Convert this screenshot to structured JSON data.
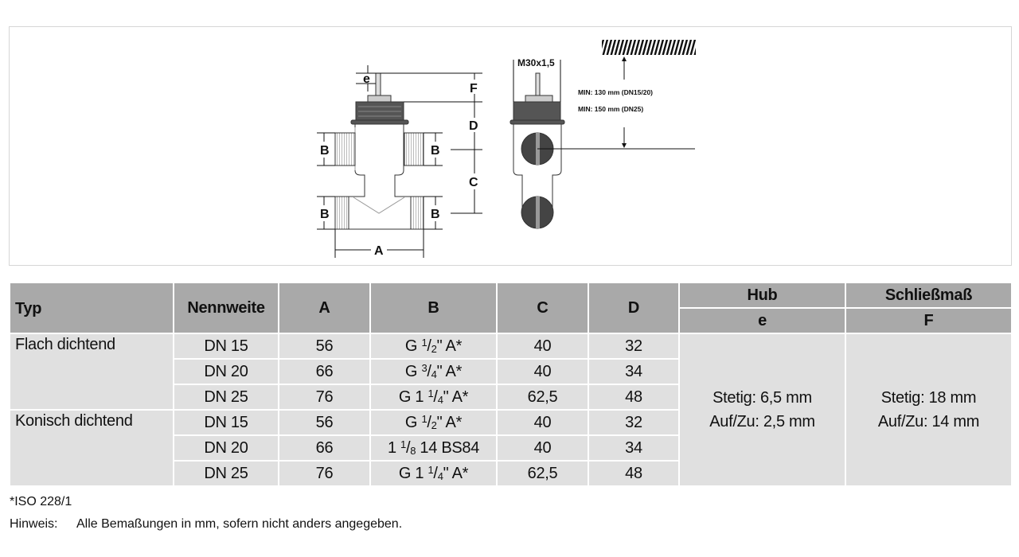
{
  "drawing": {
    "dimension_labels": {
      "e": "e",
      "F": "F",
      "D": "D",
      "C": "C",
      "B": "B",
      "A": "A"
    },
    "thread_label": "M30x1,5",
    "min_notes": [
      "MIN: 130 mm (DN15/20)",
      "MIN: 150 mm (DN25)"
    ]
  },
  "table": {
    "headers": {
      "typ": "Typ",
      "nennweite": "Nennweite",
      "a": "A",
      "b": "B",
      "c": "C",
      "d": "D",
      "hub": "Hub",
      "hub_sub": "e",
      "schliess": "Schließmaß",
      "schliess_sub": "F"
    },
    "groups": [
      "Flach dichtend",
      "Konisch dichtend"
    ],
    "rows": [
      {
        "dn": "DN 15",
        "a": "56",
        "b": {
          "pre": "G ",
          "num": "1",
          "den": "2",
          "post": "\" A*"
        },
        "c": "40",
        "d": "32"
      },
      {
        "dn": "DN 20",
        "a": "66",
        "b": {
          "pre": "G ",
          "num": "3",
          "den": "4",
          "post": "\" A*"
        },
        "c": "40",
        "d": "34"
      },
      {
        "dn": "DN 25",
        "a": "76",
        "b": {
          "pre": "G 1 ",
          "num": "1",
          "den": "4",
          "post": "\" A*"
        },
        "c": "62,5",
        "d": "48"
      },
      {
        "dn": "DN 15",
        "a": "56",
        "b": {
          "pre": "G ",
          "num": "1",
          "den": "2",
          "post": "\" A*"
        },
        "c": "40",
        "d": "32"
      },
      {
        "dn": "DN 20",
        "a": "66",
        "b": {
          "pre": "1 ",
          "num": "1",
          "den": "8",
          "post": " 14 BS84"
        },
        "c": "40",
        "d": "34"
      },
      {
        "dn": "DN 25",
        "a": "76",
        "b": {
          "pre": "G 1 ",
          "num": "1",
          "den": "4",
          "post": "\" A*"
        },
        "c": "62,5",
        "d": "48"
      }
    ],
    "hub_values": [
      "Stetig: 6,5 mm",
      "Auf/Zu: 2,5 mm"
    ],
    "schliess_values": [
      "Stetig: 18 mm",
      "Auf/Zu: 14 mm"
    ]
  },
  "footnote": "*ISO 228/1",
  "hint": {
    "label": "Hinweis:",
    "text": "Alle Bemaßungen in mm, sofern nicht anders angegeben."
  }
}
